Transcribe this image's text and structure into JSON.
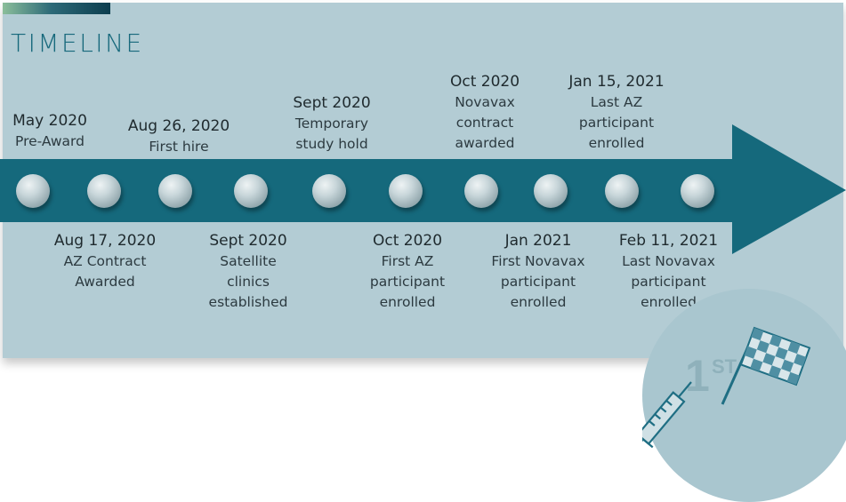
{
  "title": "TIMELINE",
  "events_top": [
    {
      "date": "May 2020",
      "text": "Pre-Award"
    },
    {
      "date": "Aug 26, 2020",
      "text": "First hire"
    },
    {
      "date": "Sept 2020",
      "text": "Temporary study hold"
    },
    {
      "date": "Oct 2020",
      "text": "Novavax contract awarded"
    },
    {
      "date": "Jan 15, 2021",
      "text": "Last AZ participant enrolled"
    }
  ],
  "events_bottom": [
    {
      "date": "Aug 17, 2020",
      "text": "AZ Contract Awarded"
    },
    {
      "date": "Sept 2020",
      "text": "Satellite clinics established"
    },
    {
      "date": "Oct 2020",
      "text": "First AZ participant enrolled"
    },
    {
      "date": "Jan 2021",
      "text": "First Novavax participant enrolled"
    },
    {
      "date": "Feb 11, 2021",
      "text": "Last Novavax participant enrolled"
    }
  ],
  "badge": {
    "ordinal": "1",
    "suffix": "ST"
  },
  "colors": {
    "arrow": "#15697c",
    "panel": "#b3ccd4",
    "title": "#17697c"
  }
}
